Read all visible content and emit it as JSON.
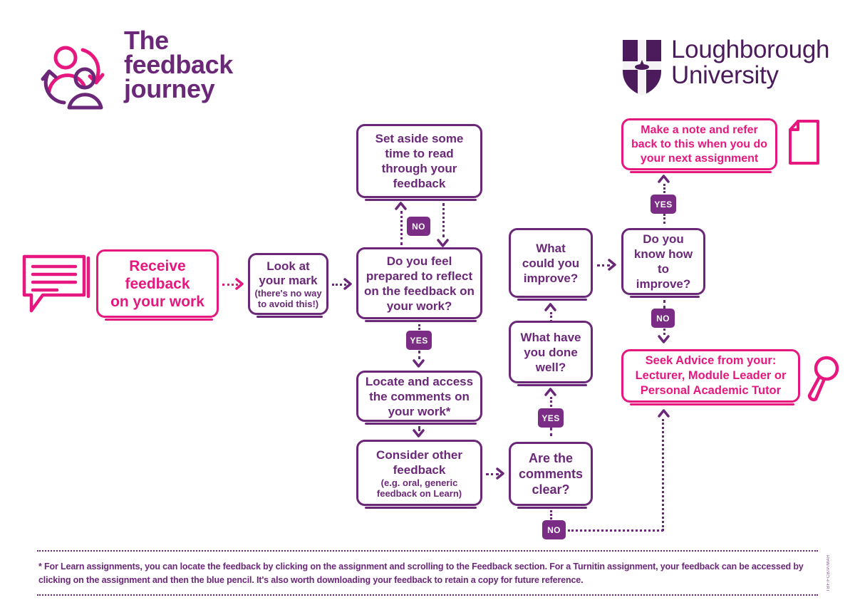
{
  "branding": {
    "title_lines": [
      "The",
      "feedback",
      "journey"
    ],
    "logo_icon": "two-people-cycle-icon",
    "purple": "#6B2878",
    "pink": "#E6177F",
    "badge_purple": "#7B2D86",
    "university": {
      "crest_icon": "loughborough-crest-icon",
      "name_lines": [
        "Loughborough",
        "University"
      ]
    }
  },
  "icons": {
    "speech_bubble": "speech-bubble-icon",
    "document": "document-page-icon",
    "magnifier": "magnifying-glass-icon"
  },
  "nodes": {
    "receive": "Receive\nfeedback\non your work",
    "look_mark_main": "Look at\nyour mark",
    "look_mark_sub": "(there's no way\nto avoid this!)",
    "set_aside": "Set aside some\ntime to read\nthrough your\nfeedback",
    "prepared": "Do you feel\nprepared to reflect\non the feedback on\nyour work?",
    "locate": "Locate and access\nthe comments on\nyour work*",
    "consider_main": "Consider other\nfeedback",
    "consider_sub": "(e.g. oral, generic\nfeedback on Learn)",
    "comments_clear": "Are the\ncomments\nclear?",
    "done_well": "What have\nyou done\nwell?",
    "improve_q": "What\ncould you\nimprove?",
    "know_how": "Do you\nknow how to\nimprove?",
    "make_note": "Make a note and refer\nback to this when you do\nyour next assignment",
    "seek_advice": "Seek Advice from your:\nLecturer, Module Leader or\nPersonal Academic Tutor"
  },
  "badges": {
    "no_prepared": "NO",
    "yes_prepared": "YES",
    "yes_comments": "YES",
    "no_comments": "NO",
    "yes_know": "YES",
    "no_know": "NO"
  },
  "footer": {
    "note": "* For Learn assignments, you can locate the feedback by clicking on the assignment and scrolling to the Feedback section. For a Turnitin assignment, your feedback can be accessed by clicking on the assignment and then the blue pencil. It's also worth downloading your feedback to retain a copy for future reference.",
    "side_code": "TBF/FCB/P/MAR"
  }
}
